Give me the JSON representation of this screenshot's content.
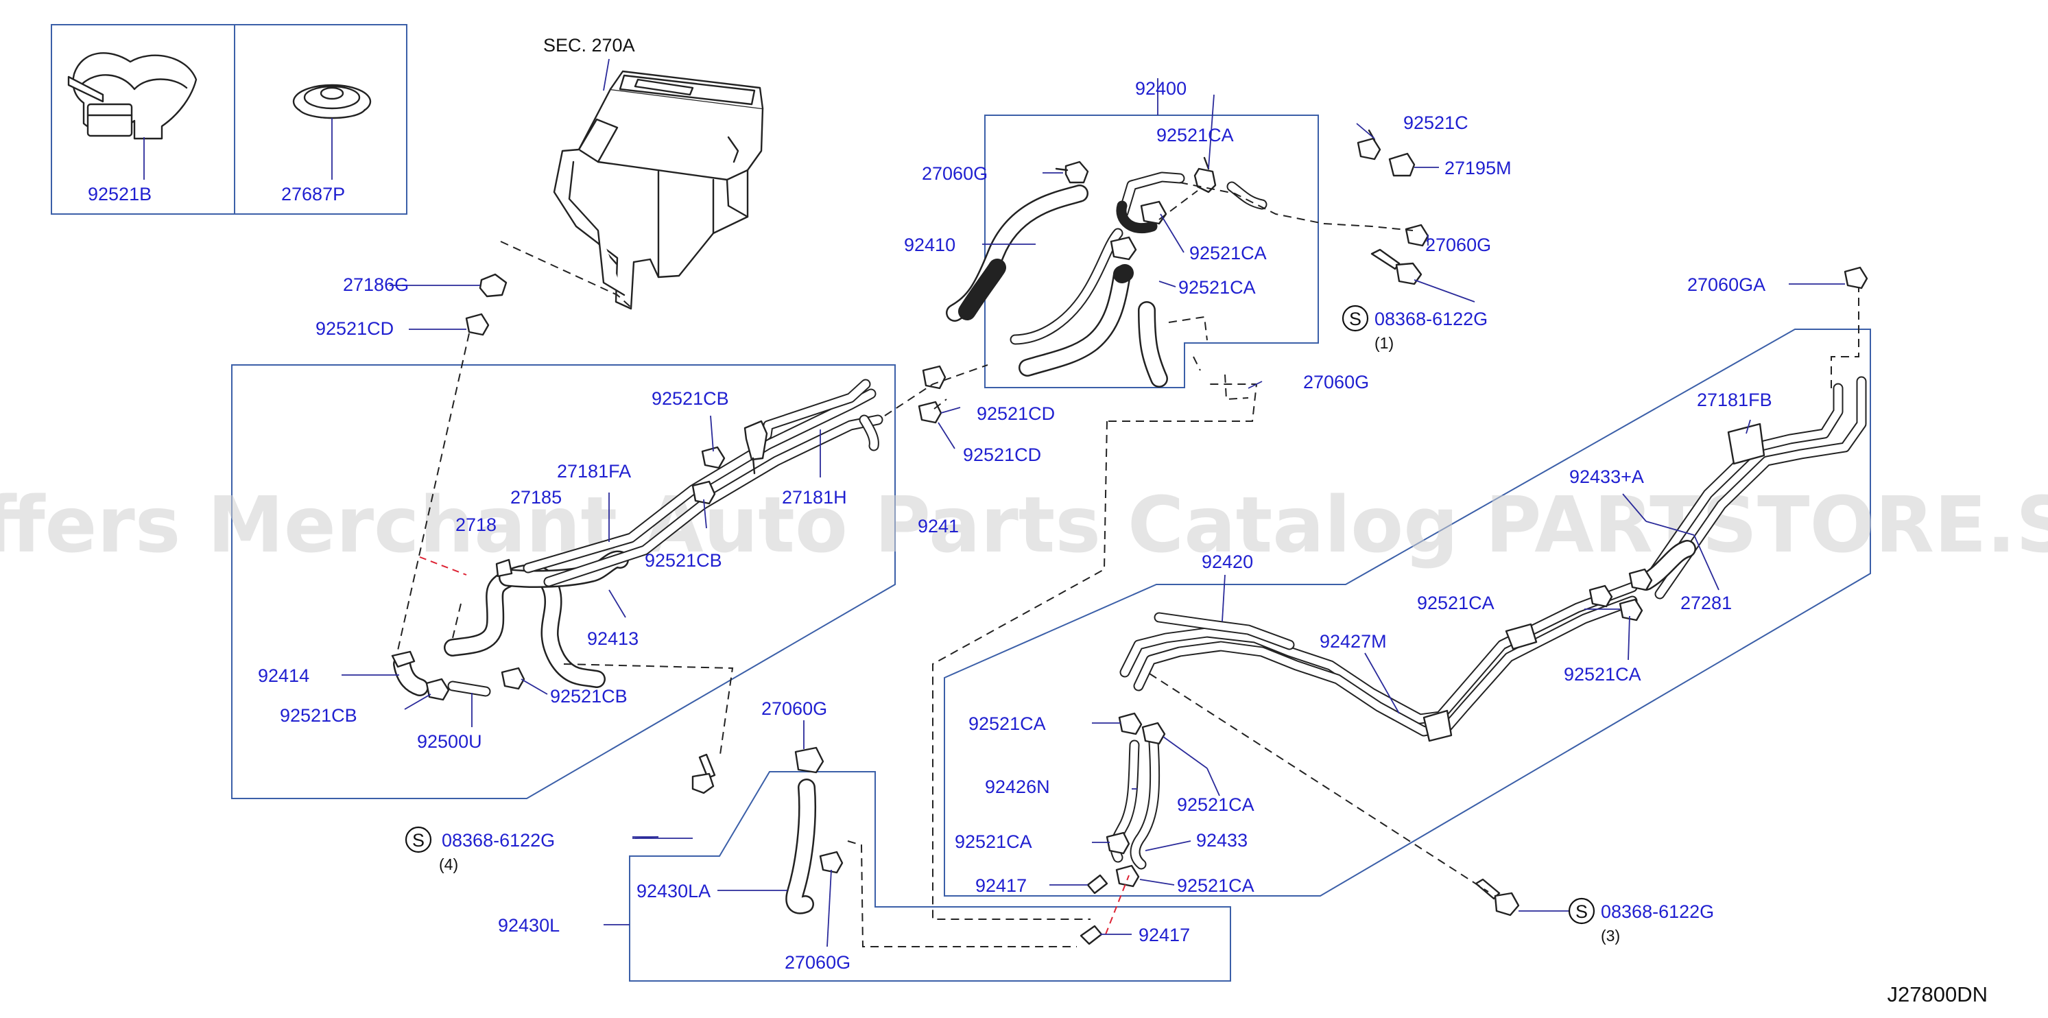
{
  "diagram": {
    "section_label": "SEC.  270A",
    "diagram_code": "J27800DN",
    "watermark": "Offers Merchant Auto Parts Catalog PARTSTORE.SA",
    "inset_labels": [
      "92521B",
      "27687P"
    ],
    "group_labels": {
      "g92400": "92400",
      "g92420": "92420",
      "g92430L": "92430L"
    },
    "part_labels": {
      "p_92521CA_a": "92521CA",
      "p_92521C": "92521C",
      "p_27195M": "27195M",
      "p_27060G_a": "27060G",
      "p_92410": "92410",
      "p_92521CA_b": "92521CA",
      "p_92521CA_c": "92521CA",
      "p_27060G_b": "27060G",
      "p_08368_1": "08368-6122G",
      "p_27186G": "27186G",
      "p_92521CD_a": "92521CD",
      "p_27060G_c": "27060G",
      "p_92521CD_b": "92521CD",
      "p_92521CD_c": "92521CD",
      "p_27060GA": "27060GA",
      "p_92521CB_a": "92521CB",
      "p_27181FA": "27181FA",
      "p_27185": "27185",
      "p_2718x": "2718",
      "p_27181H": "27181H",
      "p_92521CB_b": "92521CB",
      "p_9241x": "9241",
      "p_27181FB": "27181FB",
      "p_92433A": "92433+A",
      "p_92413": "92413",
      "p_92521CA_d": "92521CA",
      "p_27281": "27281",
      "p_92427M": "92427M",
      "p_92414": "92414",
      "p_92521CA_e": "92521CA",
      "p_92521CB_c": "92521CB",
      "p_92521CB_d": "92521CB",
      "p_92500U": "92500U",
      "p_27060G_d": "27060G",
      "p_92521CA_f": "92521CA",
      "p_92426N": "92426N",
      "p_92521CA_g": "92521CA",
      "p_08368_4": "08368-6122G",
      "p_92521CA_h": "92521CA",
      "p_92433": "92433",
      "p_92430LA": "92430LA",
      "p_92417_a": "92417",
      "p_92521CA_i": "92521CA",
      "p_08368_3": "08368-6122G",
      "p_92417_b": "92417",
      "p_27060G_e": "27060G"
    },
    "callout_symbol": "S",
    "callout_numbers": {
      "n1": "(1)",
      "n3": "(3)",
      "n4": "(4)"
    }
  }
}
